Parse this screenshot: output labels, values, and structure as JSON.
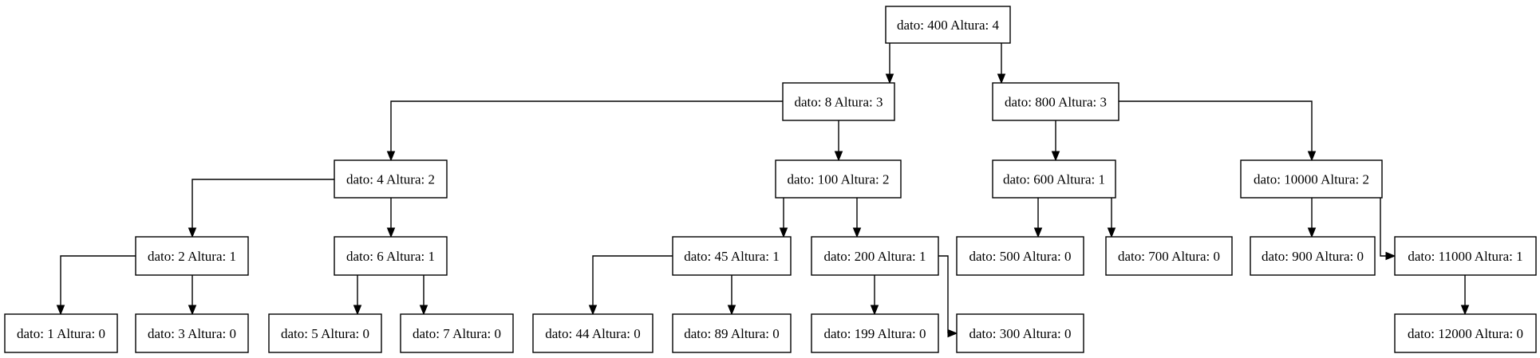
{
  "tree": {
    "nodes": [
      {
        "id": "n400",
        "label": "dato: 400 Altura: 4"
      },
      {
        "id": "n8",
        "label": "dato: 8 Altura: 3"
      },
      {
        "id": "n800",
        "label": "dato: 800 Altura: 3"
      },
      {
        "id": "n4",
        "label": "dato: 4 Altura: 2"
      },
      {
        "id": "n100",
        "label": "dato: 100 Altura: 2"
      },
      {
        "id": "n600",
        "label": "dato: 600 Altura: 1"
      },
      {
        "id": "n10000",
        "label": "dato: 10000 Altura: 2"
      },
      {
        "id": "n2",
        "label": "dato: 2 Altura: 1"
      },
      {
        "id": "n6",
        "label": "dato: 6 Altura: 1"
      },
      {
        "id": "n45",
        "label": "dato: 45 Altura: 1"
      },
      {
        "id": "n200",
        "label": "dato: 200 Altura: 1"
      },
      {
        "id": "n500",
        "label": "dato: 500 Altura: 0"
      },
      {
        "id": "n700",
        "label": "dato: 700 Altura: 0"
      },
      {
        "id": "n900",
        "label": "dato: 900 Altura: 0"
      },
      {
        "id": "n11000",
        "label": "dato: 11000 Altura: 1"
      },
      {
        "id": "n1",
        "label": "dato: 1 Altura: 0"
      },
      {
        "id": "n3",
        "label": "dato: 3 Altura: 0"
      },
      {
        "id": "n5",
        "label": "dato: 5 Altura: 0"
      },
      {
        "id": "n7",
        "label": "dato: 7 Altura: 0"
      },
      {
        "id": "n44",
        "label": "dato: 44 Altura: 0"
      },
      {
        "id": "n89",
        "label": "dato: 89 Altura: 0"
      },
      {
        "id": "n199",
        "label": "dato: 199 Altura: 0"
      },
      {
        "id": "n300",
        "label": "dato: 300 Altura: 0"
      },
      {
        "id": "n12000",
        "label": "dato: 12000 Altura: 0"
      }
    ],
    "edges": [
      {
        "from": "n400",
        "to": "n8"
      },
      {
        "from": "n400",
        "to": "n800"
      },
      {
        "from": "n8",
        "to": "n4"
      },
      {
        "from": "n8",
        "to": "n100"
      },
      {
        "from": "n800",
        "to": "n600"
      },
      {
        "from": "n800",
        "to": "n10000"
      },
      {
        "from": "n4",
        "to": "n2"
      },
      {
        "from": "n4",
        "to": "n6"
      },
      {
        "from": "n100",
        "to": "n45"
      },
      {
        "from": "n100",
        "to": "n200"
      },
      {
        "from": "n600",
        "to": "n500"
      },
      {
        "from": "n600",
        "to": "n700"
      },
      {
        "from": "n10000",
        "to": "n900"
      },
      {
        "from": "n10000",
        "to": "n11000"
      },
      {
        "from": "n2",
        "to": "n1"
      },
      {
        "from": "n2",
        "to": "n3"
      },
      {
        "from": "n6",
        "to": "n5"
      },
      {
        "from": "n6",
        "to": "n7"
      },
      {
        "from": "n45",
        "to": "n44"
      },
      {
        "from": "n45",
        "to": "n89"
      },
      {
        "from": "n200",
        "to": "n199"
      },
      {
        "from": "n200",
        "to": "n300"
      },
      {
        "from": "n11000",
        "to": "n12000"
      }
    ]
  }
}
